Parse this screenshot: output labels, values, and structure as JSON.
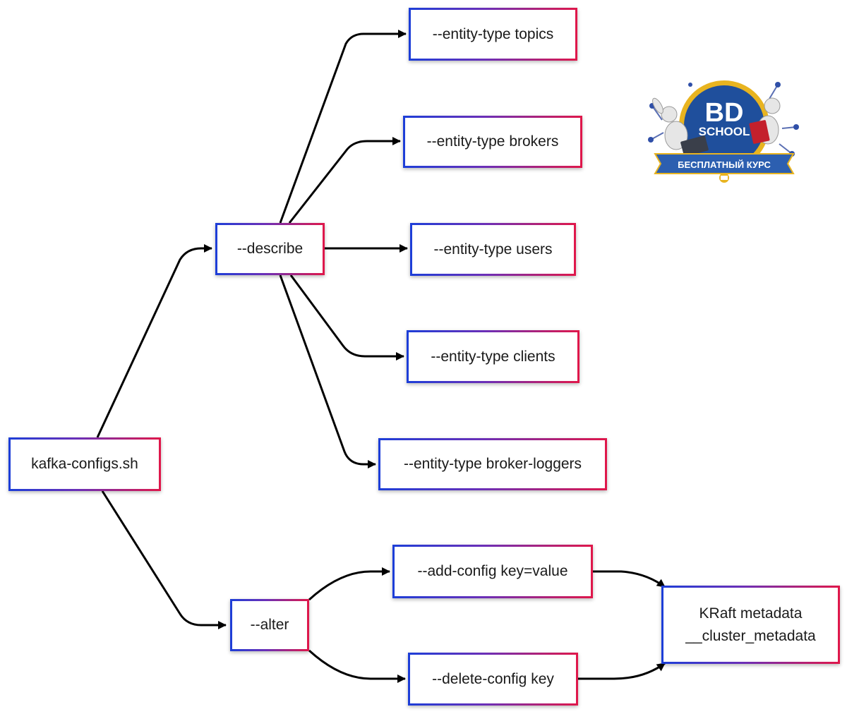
{
  "diagram": {
    "root": "kafka-configs.sh",
    "describe": "--describe",
    "alter": "--alter",
    "entity_types": [
      "--entity-type topics",
      "--entity-type brokers",
      "--entity-type users",
      "--entity-type clients",
      "--entity-type broker-loggers"
    ],
    "add_config": "--add-config key=value",
    "delete_config": "--delete-config key",
    "kraft": {
      "line1": "KRaft metadata",
      "line2": "__cluster_metadata"
    }
  },
  "logo": {
    "line1": "BD",
    "line2": "SCHOOL",
    "ribbon": "БЕСПЛАТНЫЙ КУРС",
    "colors": {
      "ring": "#e8b420",
      "disc": "#1f4f9c",
      "ribbon": "#2c5fb0",
      "accent": "#c4202c"
    }
  },
  "colors": {
    "border_start": "#1c3ed8",
    "border_end": "#e0174a",
    "edge": "#000000"
  }
}
